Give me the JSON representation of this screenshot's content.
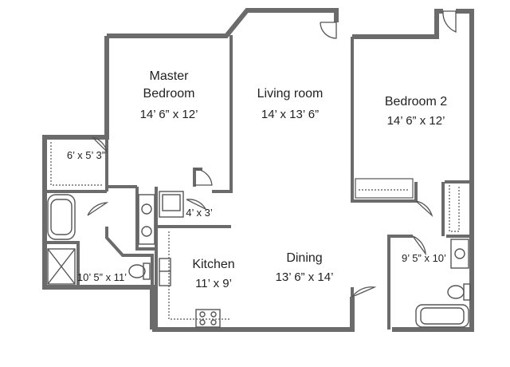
{
  "colors": {
    "wall": "#6b6b6b",
    "fixture": "#555555",
    "background": "#ffffff",
    "text": "#222222"
  },
  "rooms": {
    "master_bedroom": {
      "name_line1": "Master",
      "name_line2": "Bedroom",
      "dims": "14’ 6” x 12’"
    },
    "living_room": {
      "name": "Living room",
      "dims": "14’ x 13’ 6”"
    },
    "bedroom2": {
      "name": "Bedroom 2",
      "dims": "14’ 6” x 12’"
    },
    "kitchen": {
      "name": "Kitchen",
      "dims": "11’ x 9’"
    },
    "dining": {
      "name": "Dining",
      "dims": "13’ 6” x 14’"
    },
    "walk_in_closet": {
      "dims": "6’ x 5’ 3”"
    },
    "laundry": {
      "dims": "4’ x 3’"
    },
    "master_bath": {
      "dims": "10’ 5” x 11’"
    },
    "bath2": {
      "dims": "9’ 5” x 10’"
    }
  }
}
